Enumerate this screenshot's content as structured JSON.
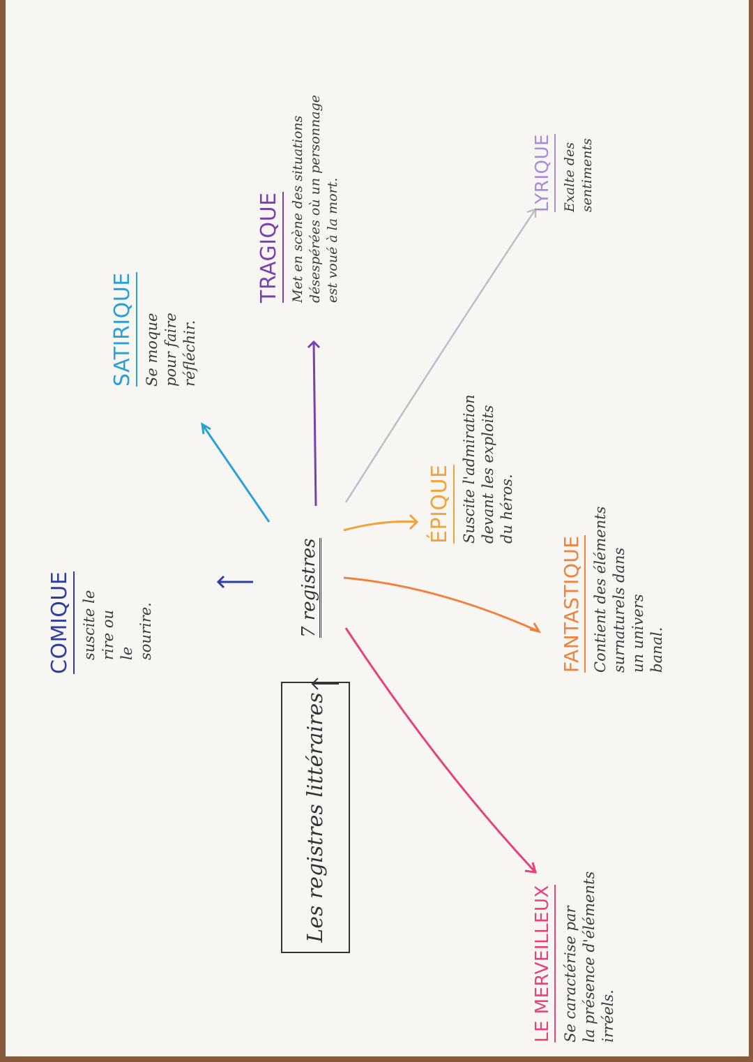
{
  "diagram": {
    "center_label": "Les registres littéraires",
    "hub_label": "7 registres",
    "registers": [
      {
        "id": "comique",
        "title": "COMIQUE",
        "description": "suscite le\nrire ou\nle\nsourire.",
        "color": "#2c3ea0"
      },
      {
        "id": "satirique",
        "title": "SATIRIQUE",
        "description": "Se moque\npour faire\nréfléchir.",
        "color": "#2aa0d8"
      },
      {
        "id": "tragique",
        "title": "TRAGIQUE",
        "description": "Met en scène des situations\ndésespérées où un personnage\nest voué à la mort.",
        "color": "#7b3fb0"
      },
      {
        "id": "lyrique",
        "title": "LYRIQUE",
        "description": "Exalte des\nsentiments",
        "color": "#a78bd8"
      },
      {
        "id": "epique",
        "title": "ÉPIQUE",
        "description": "Suscite l'admiration\ndevant les exploits\ndu héros.",
        "color": "#f2a23a"
      },
      {
        "id": "fantastique",
        "title": "FANTASTIQUE",
        "description": "Contient des éléments\nsurnaturels dans\nun univers\nbanal.",
        "color": "#f0823c"
      },
      {
        "id": "merveilleux",
        "title": "LE MERVEILLEUX",
        "description": "Se caractérise par\nla présence d'éléments\nirréels.",
        "color": "#e8407a"
      }
    ]
  }
}
